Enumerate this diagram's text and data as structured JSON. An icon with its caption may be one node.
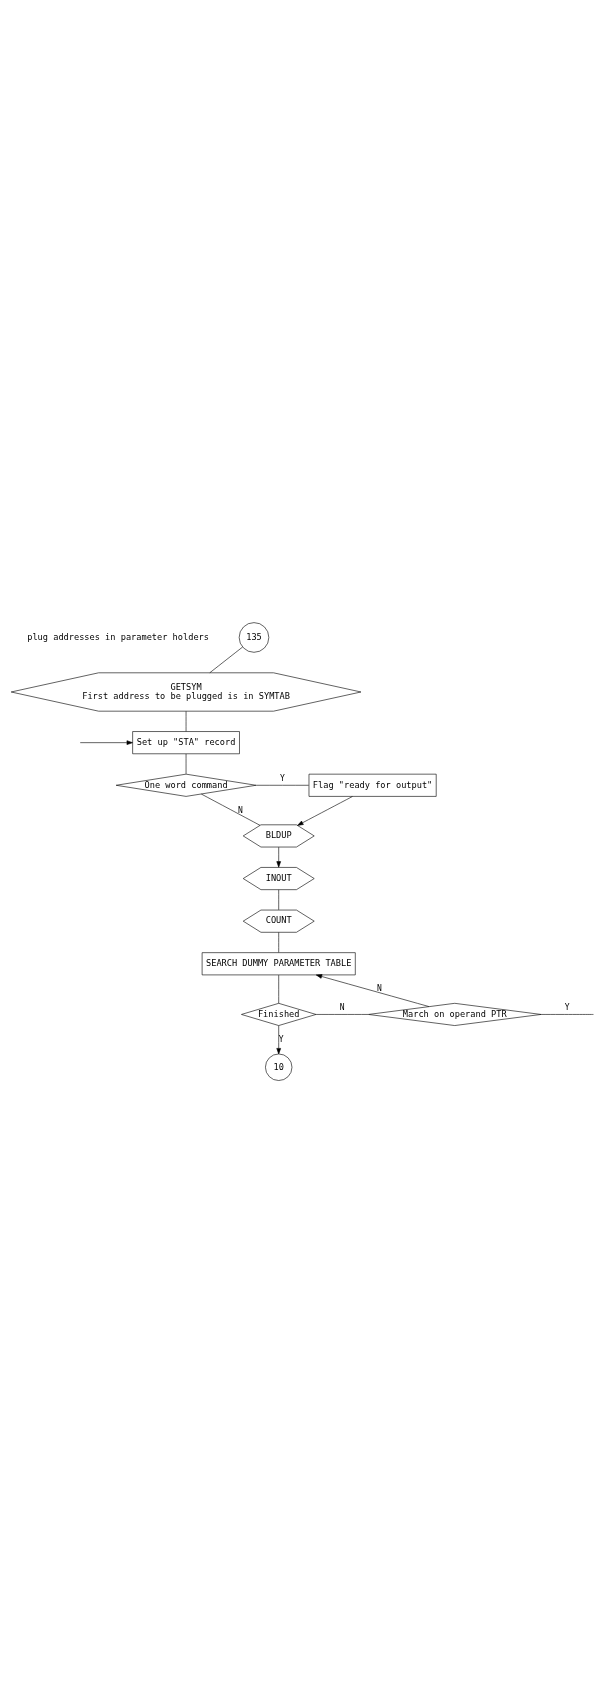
{
  "diagram": {
    "nodes": [
      {
        "text": [
          "135"
        ]
      },
      {
        "text": [
          "GETSYM",
          "First address to be plugged is in SYMTAB"
        ]
      },
      {
        "text": [
          "Set up \"STA\" record"
        ]
      },
      {
        "text": [
          "One word command"
        ]
      },
      {
        "text": [
          "Flag \"ready for output\""
        ]
      },
      {
        "text": [
          "BLDUP"
        ]
      },
      {
        "text": [
          "INOUT"
        ]
      },
      {
        "text": [
          "COUNT"
        ]
      },
      {
        "text": [
          "SEARCH DUMMY PARAMETER TABLE"
        ]
      },
      {
        "text": [
          "Finished"
        ]
      },
      {
        "text": [
          "March on operand PTR"
        ]
      },
      {
        "text": [
          "10"
        ]
      }
    ],
    "edges": [
      {
        "from": 0,
        "to": 1,
        "arrow": "none"
      },
      {
        "from": 1,
        "to": 2,
        "arrow": "none"
      },
      {
        "from": null,
        "to": 2,
        "arrow": "to"
      },
      {
        "from": 2,
        "to": 3,
        "arrow": "none"
      },
      {
        "from": 3,
        "to": 4,
        "label": "Y",
        "arrow": "none"
      },
      {
        "from": 3,
        "to": 5,
        "label": "N",
        "arrow": "none"
      },
      {
        "from": 4,
        "to": 5,
        "arrow": "to"
      },
      {
        "from": 5,
        "to": 6,
        "arrow": "to"
      },
      {
        "from": 6,
        "to": 7,
        "arrow": "none"
      },
      {
        "from": 7,
        "to": 8,
        "arrow": "none"
      },
      {
        "from": 8,
        "to": 9,
        "arrow": "none"
      },
      {
        "from": 9,
        "to": 10,
        "label": "N",
        "arrow": "none"
      },
      {
        "from": 10,
        "to": 8,
        "label": "N",
        "arrow": "to"
      },
      {
        "from": 10,
        "to": null,
        "label": "Y",
        "arrow": "none"
      },
      {
        "from": 9,
        "to": 11,
        "label": "Y",
        "arrow": "to"
      }
    ],
    "labels": [
      "plug addresses in parameter holders"
    ]
  }
}
